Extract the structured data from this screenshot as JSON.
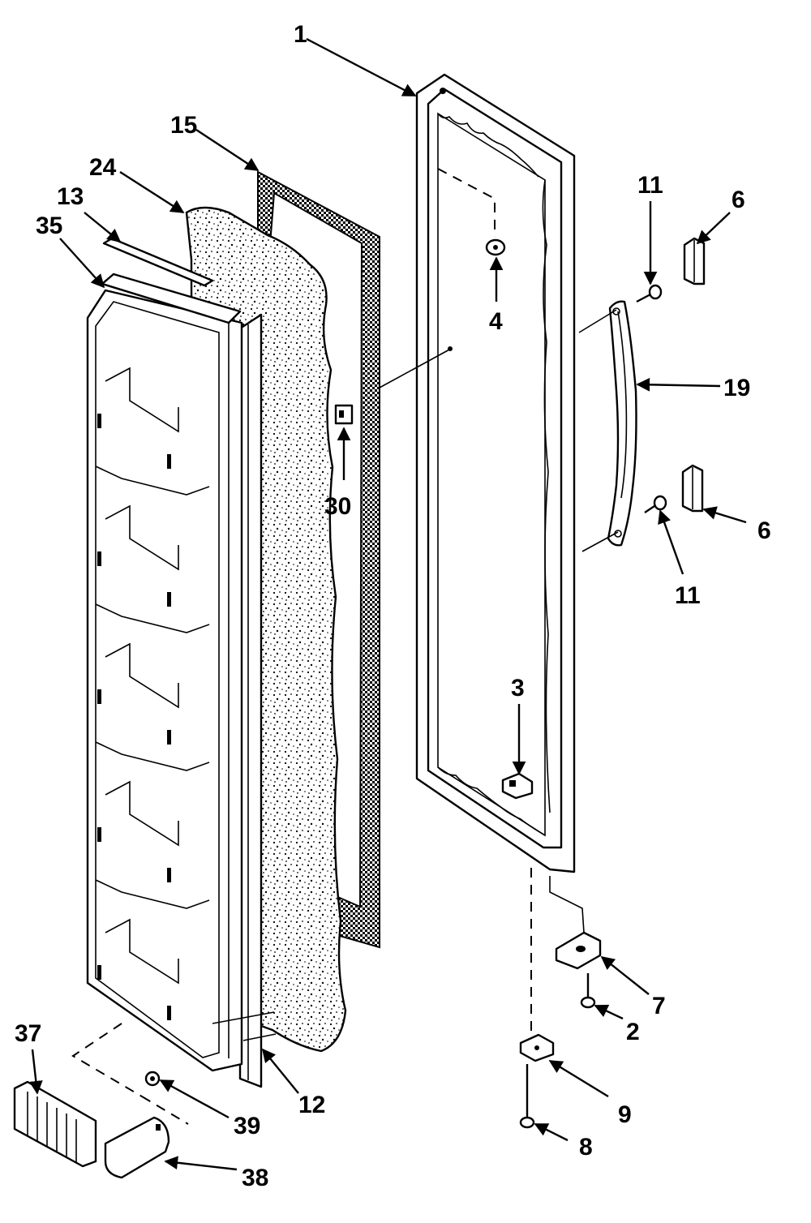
{
  "callouts": {
    "c1": "1",
    "c2": "2",
    "c3": "3",
    "c4": "4",
    "c6a": "6",
    "c6b": "6",
    "c7": "7",
    "c8": "8",
    "c9": "9",
    "c11a": "11",
    "c11b": "11",
    "c12": "12",
    "c13": "13",
    "c15": "15",
    "c19": "19",
    "c24": "24",
    "c30": "30",
    "c35": "35",
    "c37": "37",
    "c38": "38",
    "c39": "39"
  },
  "colors": {
    "ink": "#000000",
    "paper": "#ffffff"
  }
}
